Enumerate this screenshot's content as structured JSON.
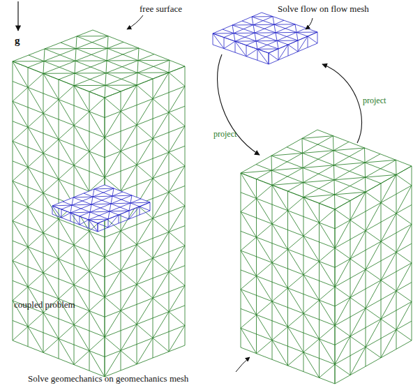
{
  "diagram": {
    "labels": [
      "g",
      "free surface",
      "coupled problem",
      "Solve flow on flow mesh",
      "project",
      "project",
      "Solve geomechanics on geomechanics mesh"
    ]
  }
}
